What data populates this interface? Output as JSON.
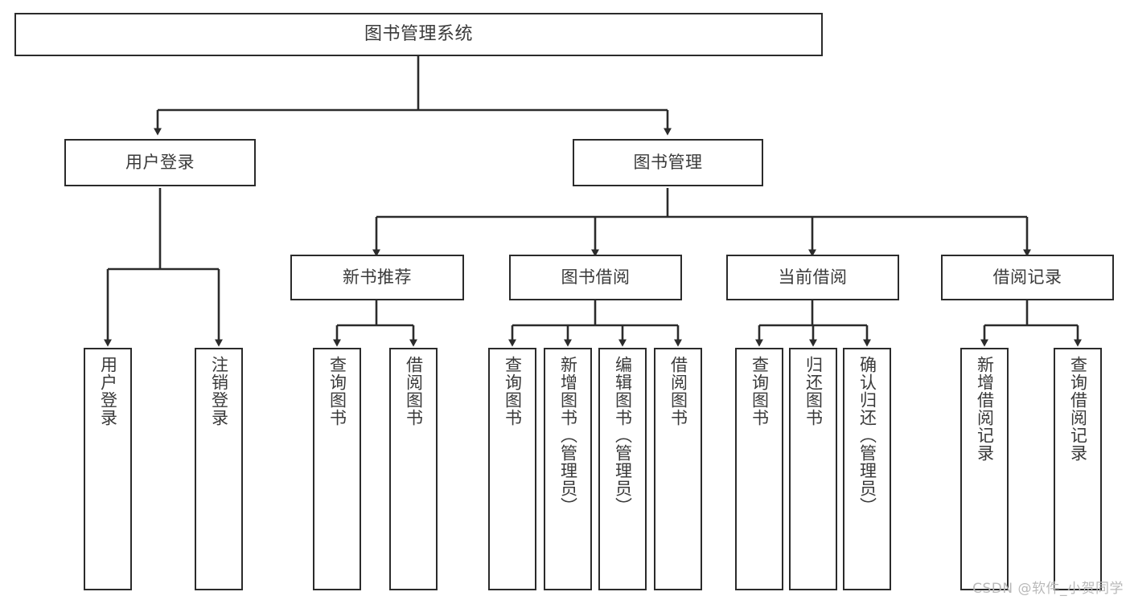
{
  "diagram": {
    "title": "图书管理系统",
    "type": "tree-hierarchy",
    "colors": {
      "background": "#ffffff",
      "box_fill": "#ffffff",
      "box_border": "#2b2b2b",
      "text": "#3a3a3a",
      "edge": "#2b2b2b",
      "watermark": "#b9b9b9"
    },
    "root": {
      "label": "图书管理系统"
    },
    "level2": [
      {
        "label": "用户登录"
      },
      {
        "label": "图书管理"
      }
    ],
    "level3": [
      {
        "label": "新书推荐"
      },
      {
        "label": "图书借阅"
      },
      {
        "label": "当前借阅"
      },
      {
        "label": "借阅记录"
      }
    ],
    "leaves": {
      "user_login": [
        {
          "label": "用户登录"
        },
        {
          "label": "注销登录"
        }
      ],
      "new_book_recommend": [
        {
          "label": "查询图书"
        },
        {
          "label": "借阅图书"
        }
      ],
      "book_borrow": [
        {
          "label": "查询图书"
        },
        {
          "label": "新增图书（管理员）"
        },
        {
          "label": "编辑图书（管理员）"
        },
        {
          "label": "借阅图书"
        }
      ],
      "current_borrow": [
        {
          "label": "查询图书"
        },
        {
          "label": "归还图书"
        },
        {
          "label": "确认归还（管理员）"
        }
      ],
      "borrow_record": [
        {
          "label": "新增借阅记录"
        },
        {
          "label": "查询借阅记录"
        }
      ]
    }
  },
  "watermark": {
    "text": "CSDN @软件_小贺同学"
  }
}
